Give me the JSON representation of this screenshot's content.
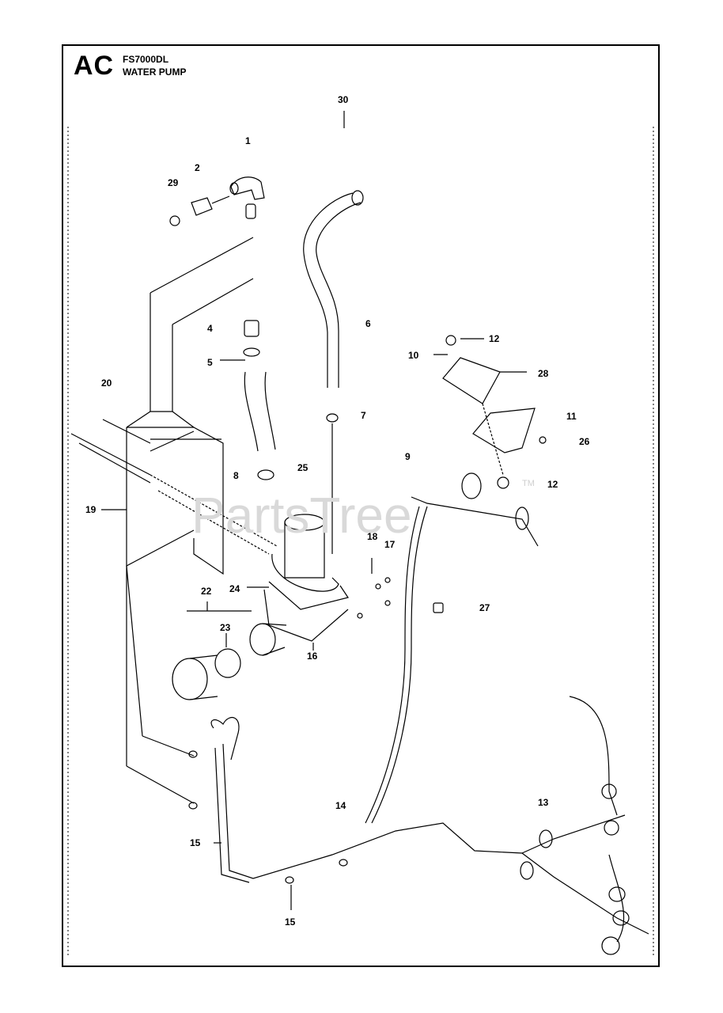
{
  "header": {
    "section_code": "AC",
    "model": "FS7000DL",
    "subtitle": "WATER PUMP"
  },
  "watermark": {
    "text": "PartsTree",
    "trademark": "TM"
  },
  "callouts": {
    "c1": "1",
    "c2": "2",
    "c4": "4",
    "c5": "5",
    "c6": "6",
    "c7": "7",
    "c8": "8",
    "c9": "9",
    "c10": "10",
    "c11": "11",
    "c12a": "12",
    "c12b": "12",
    "c13": "13",
    "c14": "14",
    "c15a": "15",
    "c15b": "15",
    "c16": "16",
    "c17": "17",
    "c18": "18",
    "c19": "19",
    "c20": "20",
    "c22": "22",
    "c23": "23",
    "c24": "24",
    "c25": "25",
    "c26": "26",
    "c27": "27",
    "c28": "28",
    "c29": "29",
    "c30": "30"
  }
}
